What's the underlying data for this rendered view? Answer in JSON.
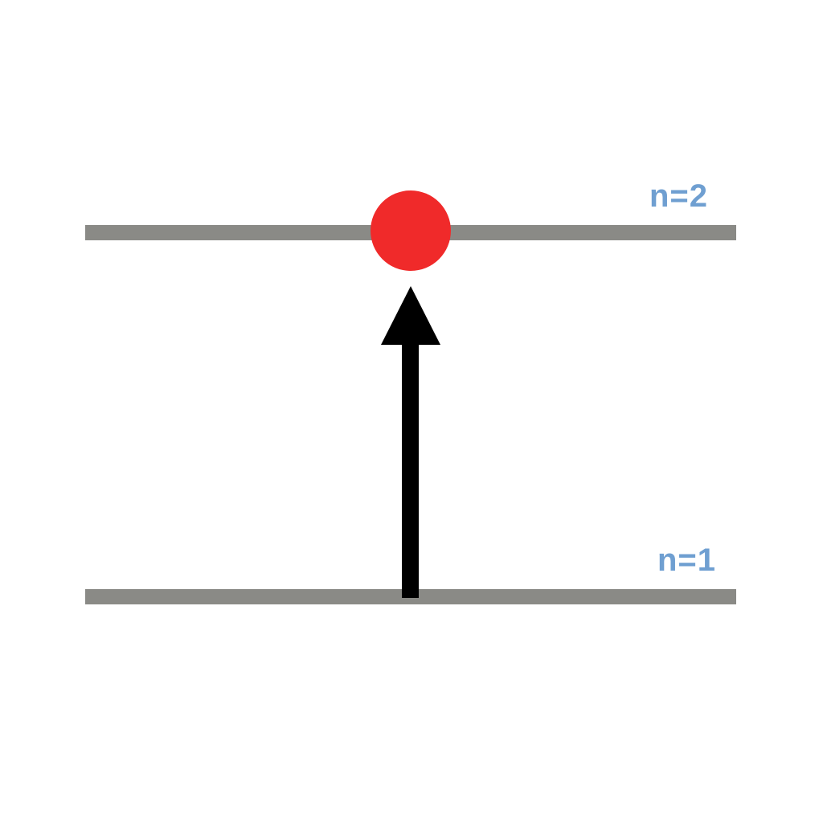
{
  "levels": {
    "upper": {
      "label": "n=2"
    },
    "lower": {
      "label": "n=1"
    }
  },
  "transition": {
    "from": "n=1",
    "to": "n=2",
    "direction": "up"
  },
  "colors": {
    "background": "#ffffff",
    "level_line": "#8a8a86",
    "level_label": "#6f9fd1",
    "electron": "#f02a2a",
    "arrow": "#000000"
  },
  "icons": {
    "electron": "electron-dot-icon",
    "arrow": "arrow-up-icon"
  }
}
